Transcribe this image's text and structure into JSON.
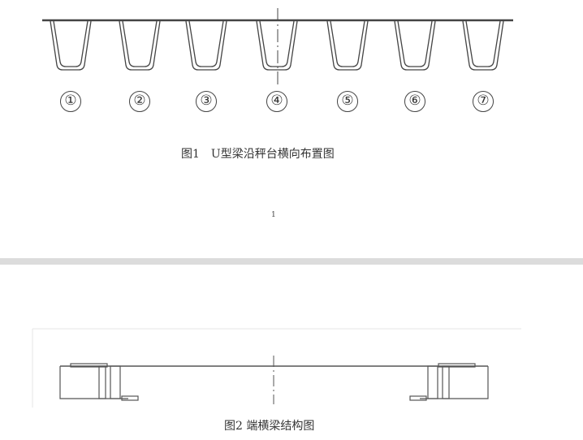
{
  "figure1": {
    "beam_labels": [
      "①",
      "②",
      "③",
      "④",
      "⑤",
      "⑥",
      "⑦"
    ],
    "caption": "图1　U型梁沿秤台横向布置图"
  },
  "page_number": "1",
  "figure2": {
    "caption": "图2 端横梁结构图"
  }
}
